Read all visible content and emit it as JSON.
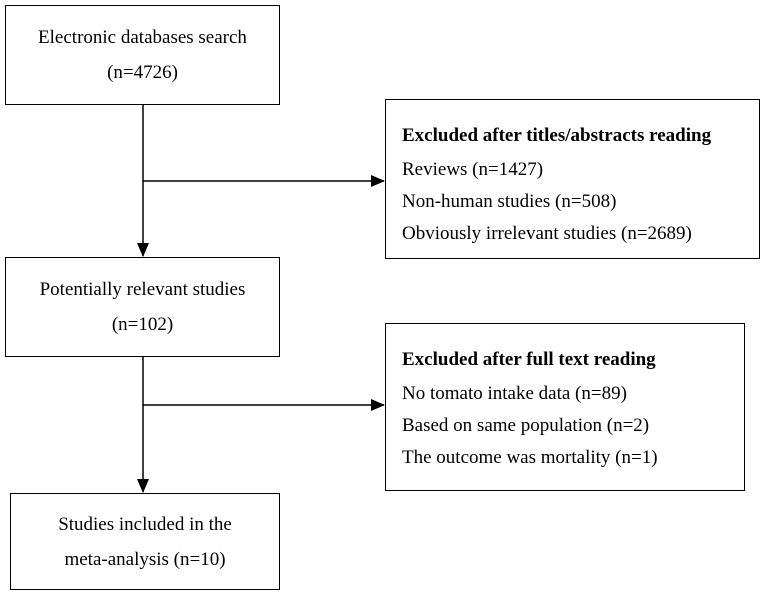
{
  "flowchart": {
    "search_box": {
      "lines": [
        "Electronic databases search",
        "(n=4726)"
      ]
    },
    "exclusion_1": {
      "heading": "Excluded after titles/abstracts reading",
      "items": [
        "Reviews (n=1427)",
        "Non-human studies (n=508)",
        "Obviously irrelevant studies (n=2689)"
      ]
    },
    "relevant_box": {
      "lines": [
        "Potentially relevant studies",
        "(n=102)"
      ]
    },
    "exclusion_2": {
      "heading": "Excluded after full text reading",
      "items": [
        "No tomato intake data (n=89)",
        "Based on same population (n=2)",
        "The outcome was mortality (n=1)"
      ]
    },
    "included_box": {
      "lines": [
        "Studies included in the",
        "meta-analysis (n=10)"
      ]
    }
  }
}
